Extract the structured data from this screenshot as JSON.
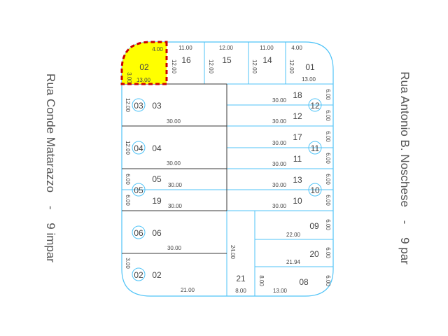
{
  "streets": {
    "left": {
      "name": "Rua Conde Matarazzo",
      "sep": "-",
      "side": "9 impar"
    },
    "right": {
      "name": "Rua Antonio B. Noschese",
      "sep": "-",
      "side": "9 par"
    }
  },
  "colors": {
    "boundary": "#4fc3f7",
    "inner_line": "#3a3a3a",
    "highlight_fill": "#ffff00",
    "highlight_border": "#cc0000",
    "text": "#444444"
  },
  "highlighted_lot": "02",
  "lots": {
    "02_top": {
      "number": "02",
      "dims": [
        "4.00",
        "13.00",
        "3.00"
      ]
    },
    "16": {
      "number": "16",
      "dims": [
        "11.00",
        "12.00"
      ]
    },
    "15": {
      "number": "15",
      "dims": [
        "12.00",
        "12.00"
      ]
    },
    "14": {
      "number": "14",
      "dims": [
        "11.00",
        "12.00"
      ]
    },
    "01": {
      "number": "01",
      "dims": [
        "4.00",
        "12.00",
        "13.00"
      ]
    },
    "03": {
      "number": "03",
      "house": "03",
      "dims": [
        "12.00",
        "30.00"
      ]
    },
    "04": {
      "number": "04",
      "house": "04",
      "dims": [
        "12.00",
        "30.00"
      ]
    },
    "05": {
      "number": "05",
      "dims": [
        "6.00",
        "30.00"
      ]
    },
    "19": {
      "number": "19",
      "dims": [
        "6.00",
        "30.00"
      ]
    },
    "06": {
      "number": "06",
      "house": "06",
      "dims": [
        "30.00"
      ]
    },
    "02_bottom": {
      "number": "02",
      "house": "02",
      "dims": [
        "3.00",
        "21.00"
      ]
    },
    "18": {
      "number": "18",
      "dims": [
        "30.00",
        "6.00"
      ]
    },
    "12": {
      "number": "12",
      "dims": [
        "30.00",
        "6.00"
      ]
    },
    "17": {
      "number": "17",
      "dims": [
        "30.00",
        "6.00"
      ]
    },
    "11": {
      "number": "11",
      "dims": [
        "30.00",
        "6.00"
      ]
    },
    "13": {
      "number": "13",
      "dims": [
        "30.00",
        "6.00"
      ]
    },
    "10": {
      "number": "10",
      "dims": [
        "30.00",
        "6.00"
      ]
    },
    "09": {
      "number": "09",
      "dims": [
        "22.00",
        "6.00"
      ]
    },
    "20": {
      "number": "20",
      "dims": [
        "21.94",
        "6.00"
      ]
    },
    "21": {
      "number": "21",
      "dims": [
        "24.00",
        "8.00"
      ]
    },
    "08": {
      "number": "08",
      "dims": [
        "8.00",
        "13.00",
        "6.00"
      ]
    }
  },
  "house_numbers_right": {
    "r1": "12",
    "r2": "11",
    "r3": "10"
  },
  "house_number_left_05": "05"
}
